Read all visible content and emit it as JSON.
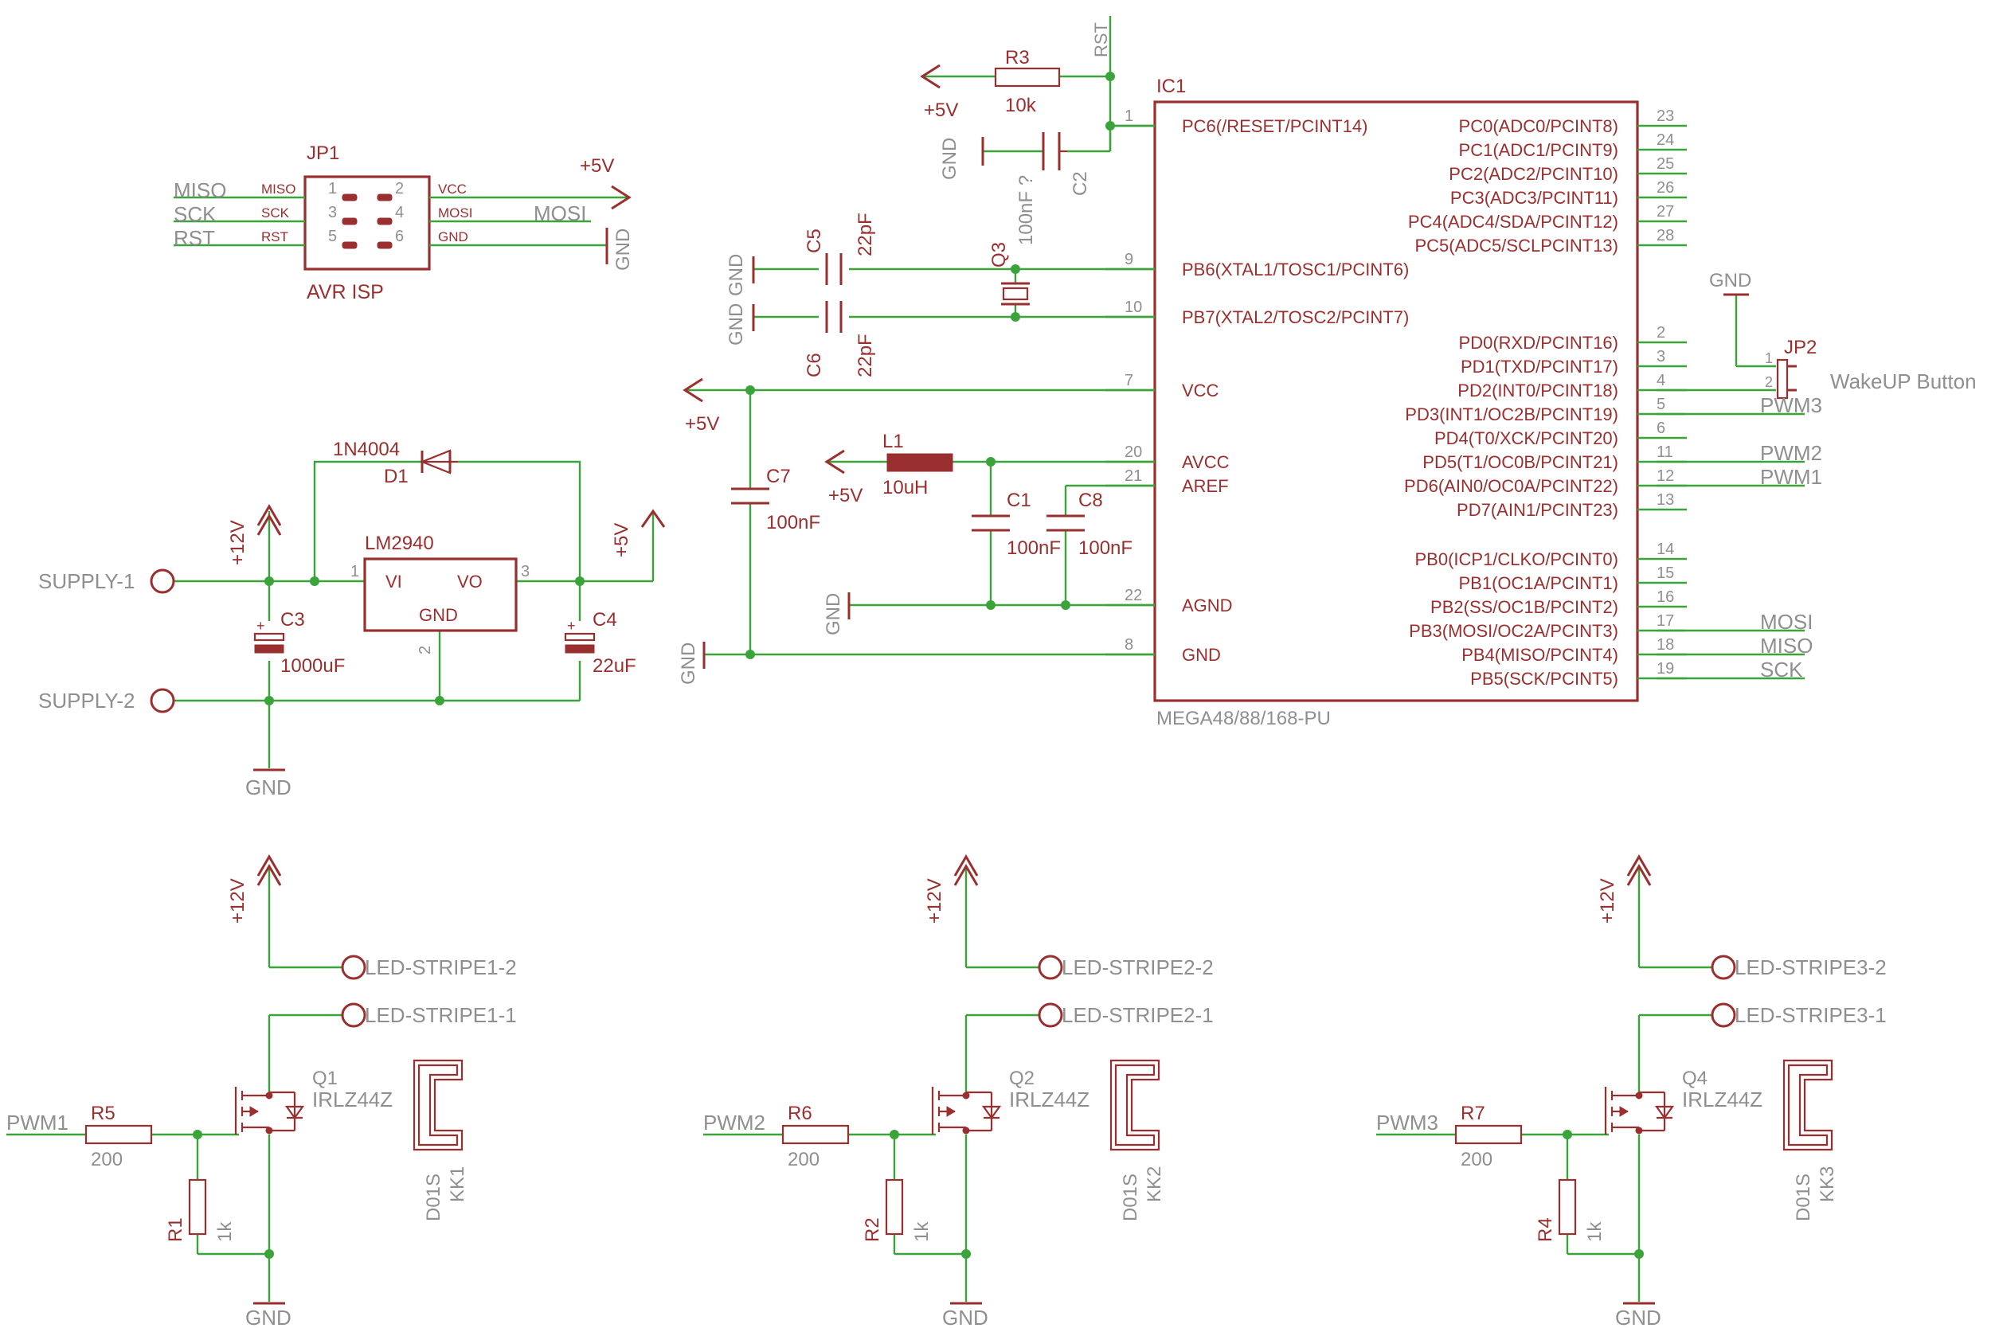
{
  "isp": {
    "ref": "JP1",
    "value": "AVR ISP",
    "pin_labels": [
      "MISO",
      "VCC",
      "SCK",
      "MOSI",
      "RST",
      "GND"
    ],
    "pins": [
      "1",
      "2",
      "3",
      "4",
      "5",
      "6"
    ],
    "net_left": [
      "MISO",
      "SCK",
      "RST"
    ],
    "net_right": [
      "+5V",
      "MOSI",
      "GND"
    ]
  },
  "supply": {
    "conn1": "SUPPLY-1",
    "conn2": "SUPPLY-2",
    "v12": "+12V",
    "v5": "+5V",
    "gnd": "GND",
    "c3": {
      "ref": "C3",
      "value": "1000uF"
    },
    "c4": {
      "ref": "C4",
      "value": "22uF"
    },
    "reg": {
      "ref": "LM2940",
      "vi": "VI",
      "vo": "VO",
      "gnd": "GND",
      "pin1": "1",
      "pin2": "2",
      "pin3": "3"
    },
    "diode": {
      "value": "1N4004",
      "ref": "D1"
    }
  },
  "mcu": {
    "ref": "IC1",
    "value": "MEGA48/88/168-PU",
    "left_pins": [
      {
        "num": "1",
        "name": "PC6(/RESET/PCINT14)"
      },
      {
        "num": "9",
        "name": "PB6(XTAL1/TOSC1/PCINT6)"
      },
      {
        "num": "10",
        "name": "PB7(XTAL2/TOSC2/PCINT7)"
      },
      {
        "num": "7",
        "name": "VCC"
      },
      {
        "num": "20",
        "name": "AVCC"
      },
      {
        "num": "21",
        "name": "AREF"
      },
      {
        "num": "22",
        "name": "AGND"
      },
      {
        "num": "8",
        "name": "GND"
      }
    ],
    "right_pins": [
      {
        "num": "23",
        "name": "PC0(ADC0/PCINT8)"
      },
      {
        "num": "24",
        "name": "PC1(ADC1/PCINT9)"
      },
      {
        "num": "25",
        "name": "PC2(ADC2/PCINT10)"
      },
      {
        "num": "26",
        "name": "PC3(ADC3/PCINT11)"
      },
      {
        "num": "27",
        "name": "PC4(ADC4/SDA/PCINT12)"
      },
      {
        "num": "28",
        "name": "PC5(ADC5/SCLPCINT13)"
      },
      {
        "num": "2",
        "name": "PD0(RXD/PCINT16)"
      },
      {
        "num": "3",
        "name": "PD1(TXD/PCINT17)"
      },
      {
        "num": "4",
        "name": "PD2(INT0/PCINT18)"
      },
      {
        "num": "5",
        "name": "PD3(INT1/OC2B/PCINT19)"
      },
      {
        "num": "6",
        "name": "PD4(T0/XCK/PCINT20)"
      },
      {
        "num": "11",
        "name": "PD5(T1/OC0B/PCINT21)"
      },
      {
        "num": "12",
        "name": "PD6(AIN0/OC0A/PCINT22)"
      },
      {
        "num": "13",
        "name": "PD7(AIN1/PCINT23)"
      },
      {
        "num": "14",
        "name": "PB0(ICP1/CLKO/PCINT0)"
      },
      {
        "num": "15",
        "name": "PB1(OC1A/PCINT1)"
      },
      {
        "num": "16",
        "name": "PB2(SS/OC1B/PCINT2)"
      },
      {
        "num": "17",
        "name": "PB3(MOSI/OC2A/PCINT3)"
      },
      {
        "num": "18",
        "name": "PB4(MISO/PCINT4)"
      },
      {
        "num": "19",
        "name": "PB5(SCK/PCINT5)"
      }
    ]
  },
  "reset": {
    "rst": "RST",
    "r3": {
      "ref": "R3",
      "value": "10k"
    },
    "v5": "+5V",
    "gnd": "GND",
    "c2": {
      "ref": "C2",
      "value": "100nF ?"
    }
  },
  "crystal": {
    "gnd1": "GND",
    "gnd2": "GND",
    "c5": {
      "ref": "C5",
      "value": "22pF"
    },
    "c6": {
      "ref": "C6",
      "value": "22pF"
    },
    "q3": "Q3"
  },
  "vcc_net": {
    "v5": "+5V",
    "gnd": "GND",
    "c7": {
      "ref": "C7",
      "value": "100nF"
    }
  },
  "avcc_net": {
    "l1": {
      "ref": "L1",
      "value": "10uH"
    },
    "v5": "+5V",
    "c1": {
      "ref": "C1",
      "value": "100nF"
    },
    "c8": {
      "ref": "C8",
      "value": "100nF"
    },
    "gnd": "GND"
  },
  "wakeup": {
    "gnd": "GND",
    "ref": "JP2",
    "pin1": "1",
    "pin2": "2",
    "label": "WakeUP Button"
  },
  "nets_right": {
    "pwm3": "PWM3",
    "pwm2": "PWM2",
    "pwm1": "PWM1",
    "mosi": "MOSI",
    "miso": "MISO",
    "sck": "SCK"
  },
  "drivers": [
    {
      "v12": "+12V",
      "led2": "LED-STRIPE1-2",
      "led1": "LED-STRIPE1-1",
      "pwm": "PWM1",
      "r_ref": "R5",
      "r_val": "200",
      "rp_ref": "R1",
      "rp_val": "1k",
      "q_ref": "Q1",
      "q_val": "IRLZ44Z",
      "kk_val": "D01S",
      "kk_ref": "KK1",
      "gnd": "GND"
    },
    {
      "v12": "+12V",
      "led2": "LED-STRIPE2-2",
      "led1": "LED-STRIPE2-1",
      "pwm": "PWM2",
      "r_ref": "R6",
      "r_val": "200",
      "rp_ref": "R2",
      "rp_val": "1k",
      "q_ref": "Q2",
      "q_val": "IRLZ44Z",
      "kk_val": "D01S",
      "kk_ref": "KK2",
      "gnd": "GND"
    },
    {
      "v12": "+12V",
      "led2": "LED-STRIPE3-2",
      "led1": "LED-STRIPE3-1",
      "pwm": "PWM3",
      "r_ref": "R7",
      "r_val": "200",
      "rp_ref": "R4",
      "rp_val": "1k",
      "q_ref": "Q4",
      "q_val": "IRLZ44Z",
      "kk_val": "D01S",
      "kk_ref": "KK3",
      "gnd": "GND"
    }
  ],
  "colors": {
    "wire": "#3aa43a",
    "part": "#9a2f2f",
    "net_label": "#8f8f8f"
  }
}
